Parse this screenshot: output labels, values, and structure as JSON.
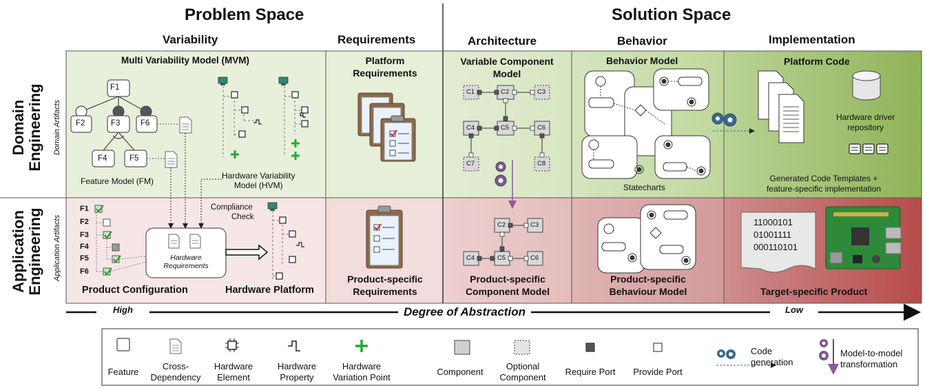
{
  "colors": {
    "domain_variability": "#e8f0dc",
    "domain_solution_light": "#dce9c8",
    "domain_solution_dark": "#9fbf6a",
    "application_light": "#f5e3e3",
    "application_dark": "#c06060",
    "variation_point": "#22aa33",
    "check_mark": "#2e9b2e"
  },
  "headers": {
    "problem_space": "Problem Space",
    "solution_space": "Solution Space",
    "variability": "Variability",
    "requirements": "Requirements",
    "architecture": "Architecture",
    "behavior": "Behavior",
    "implementation": "Implementation"
  },
  "rows": {
    "domain": {
      "label_line1": "Domain",
      "label_line2": "Engineering",
      "sub": "Domain Artifacts"
    },
    "application": {
      "label_line1": "Application",
      "label_line2": "Engineering",
      "sub": "Application Artifacts"
    }
  },
  "domain": {
    "mvm_title": "Multi Variability Model (MVM)",
    "feature_nodes": [
      "F1",
      "F2",
      "F3",
      "F6",
      "F4",
      "F5"
    ],
    "feature_model_label": "Feature Model (FM)",
    "hvm_label_line1": "Hardware Variability",
    "hvm_label_line2": "Model (HVM)",
    "platform_requirements_line1": "Platform",
    "platform_requirements_line2": "Requirements",
    "vcm_title_line1": "Variable Component",
    "vcm_title_line2": "Model",
    "components": [
      "C1",
      "C2",
      "C3",
      "C4",
      "C5",
      "C6",
      "C7",
      "C8"
    ],
    "behavior_model_title": "Behavior Model",
    "statecharts_label": "Statecharts",
    "platform_code_title": "Platform Code",
    "hw_driver_line1": "Hardware driver",
    "hw_driver_line2": "repository",
    "generated_line1": "Generated Code Templates +",
    "generated_line2": "feature-specific implementation"
  },
  "application": {
    "config_features": [
      "F1",
      "F2",
      "F3",
      "F4",
      "F5",
      "F6"
    ],
    "compliance_line1": "Compliance",
    "compliance_line2": "Check",
    "hw_requirements_line1": "Hardware",
    "hw_requirements_line2": "Requirements",
    "product_configuration": "Product Configuration",
    "hardware_platform": "Hardware Platform",
    "psr_line1": "Product-specific",
    "psr_line2": "Requirements",
    "pscm_line1": "Product-specific",
    "pscm_line2": "Component Model",
    "app_components": [
      "C2",
      "C3",
      "C4",
      "C5",
      "C6"
    ],
    "psbm_line1": "Product-specific",
    "psbm_line2": "Behaviour Model",
    "binary_lines": [
      "11000101",
      "01001111",
      "000110101"
    ],
    "target_product": "Target-specific Product"
  },
  "abstraction": {
    "high": "High",
    "label": "Degree of Abstraction",
    "low": "Low"
  },
  "legend": [
    {
      "icon": "feature-icon",
      "line1": "Feature",
      "line2": ""
    },
    {
      "icon": "cross-dependency-icon",
      "line1": "Cross-",
      "line2": "Dependency"
    },
    {
      "icon": "hardware-element-icon",
      "line1": "Hardware",
      "line2": "Element"
    },
    {
      "icon": "hardware-property-icon",
      "line1": "Hardware",
      "line2": "Property"
    },
    {
      "icon": "variation-point-icon",
      "line1": "Hardware",
      "line2": "Variation Point"
    },
    {
      "icon": "component-icon",
      "line1": "Component",
      "line2": ""
    },
    {
      "icon": "optional-component-icon",
      "line1": "Optional",
      "line2": "Component"
    },
    {
      "icon": "require-port-icon",
      "line1": "Require Port",
      "line2": ""
    },
    {
      "icon": "provide-port-icon",
      "line1": "Provide Port",
      "line2": ""
    },
    {
      "icon": "gears-icon",
      "line1": "Code",
      "line2": "generation"
    },
    {
      "icon": "model-transformation-icon",
      "line1": "Model-to-model",
      "line2": "transformation"
    }
  ]
}
